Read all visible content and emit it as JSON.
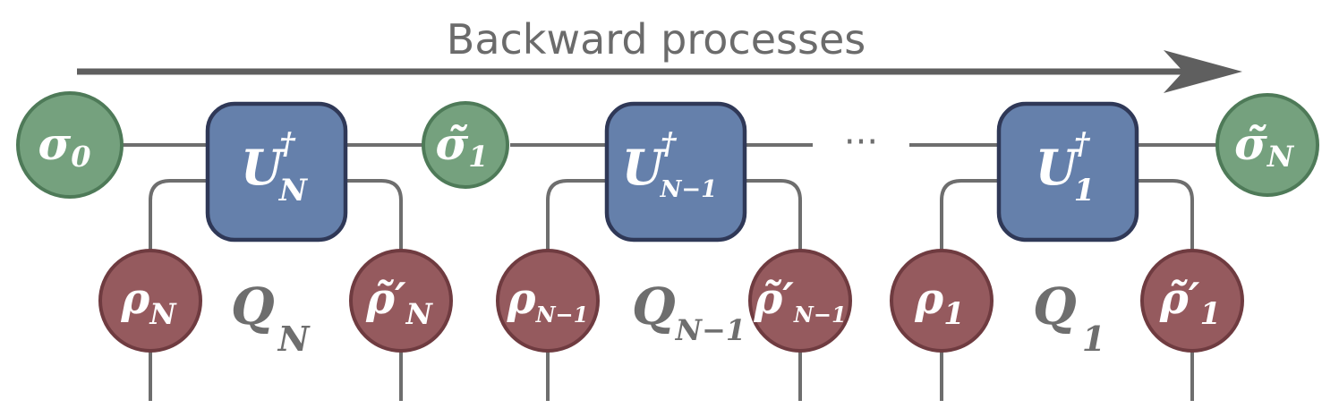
{
  "title": "Backward processes",
  "colors": {
    "sigma_fill": "#75a17e",
    "rho_fill": "#955a5e",
    "unitary_fill": "#6580ab",
    "unitary_border": "#2f3857",
    "wire": "#6e6e6e",
    "arrow": "#5f5f5f"
  },
  "left_input": {
    "symbol": "σ",
    "sub": "0"
  },
  "right_output": {
    "symbol": "σ̃",
    "sub": "N"
  },
  "ellipsis": "···",
  "stages": [
    {
      "unitary": {
        "symbol": "U",
        "sup": "†",
        "sub": "N"
      },
      "intermediate_output": {
        "symbol": "σ̃",
        "sub": "1"
      },
      "rho_in": {
        "symbol": "ρ",
        "sub": "N"
      },
      "rho_out": {
        "symbol": "ρ̃′",
        "sub": "N"
      },
      "q_label": {
        "symbol": "Q",
        "sub": "N"
      }
    },
    {
      "unitary": {
        "symbol": "U",
        "sup": "†",
        "sub": "N−1"
      },
      "rho_in": {
        "symbol": "ρ",
        "sub": "N−1"
      },
      "rho_out": {
        "symbol": "ρ̃′",
        "sub": "N−1"
      },
      "q_label": {
        "symbol": "Q",
        "sub": "N−1"
      }
    },
    {
      "unitary": {
        "symbol": "U",
        "sup": "†",
        "sub": "1"
      },
      "rho_in": {
        "symbol": "ρ",
        "sub": "1"
      },
      "rho_out": {
        "symbol": "ρ̃′",
        "sub": "1"
      },
      "q_label": {
        "symbol": "Q",
        "sub": "1"
      }
    }
  ]
}
